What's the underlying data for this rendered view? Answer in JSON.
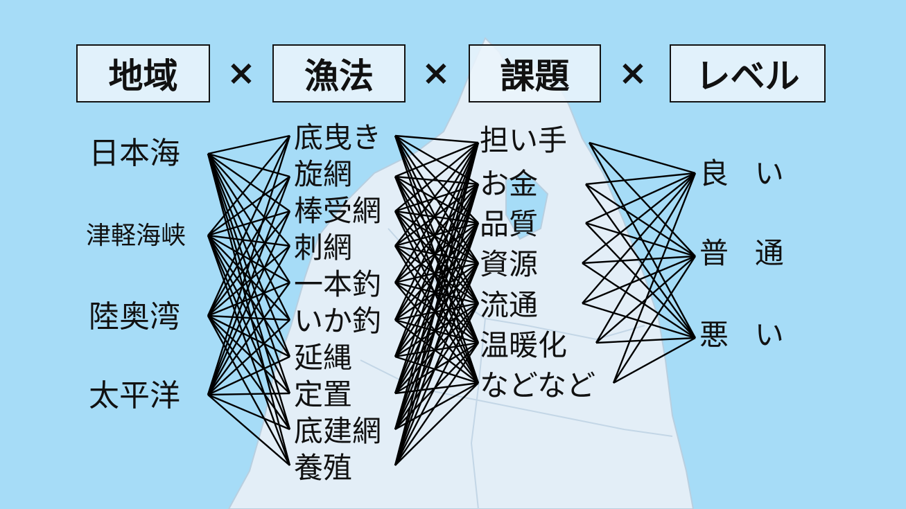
{
  "header": {
    "boxes": [
      "地域",
      "漁法",
      "課題",
      "レベル"
    ],
    "separator": "×"
  },
  "regions": [
    "日本海",
    "津軽海峡",
    "陸奥湾",
    "太平洋"
  ],
  "methods": [
    "底曳き",
    "旋網",
    "棒受網",
    "刺網",
    "一本釣",
    "いか釣",
    "延縄",
    "定置",
    "底建網",
    "養殖"
  ],
  "issues": [
    "担い手",
    "お金",
    "品質",
    "資源",
    "流通",
    "温暖化",
    "などなど"
  ],
  "levels": [
    "良い",
    "普通",
    "悪い"
  ],
  "colors": {
    "background": "#a6dcf7",
    "land": "#e3eef7",
    "line": "#000000"
  }
}
